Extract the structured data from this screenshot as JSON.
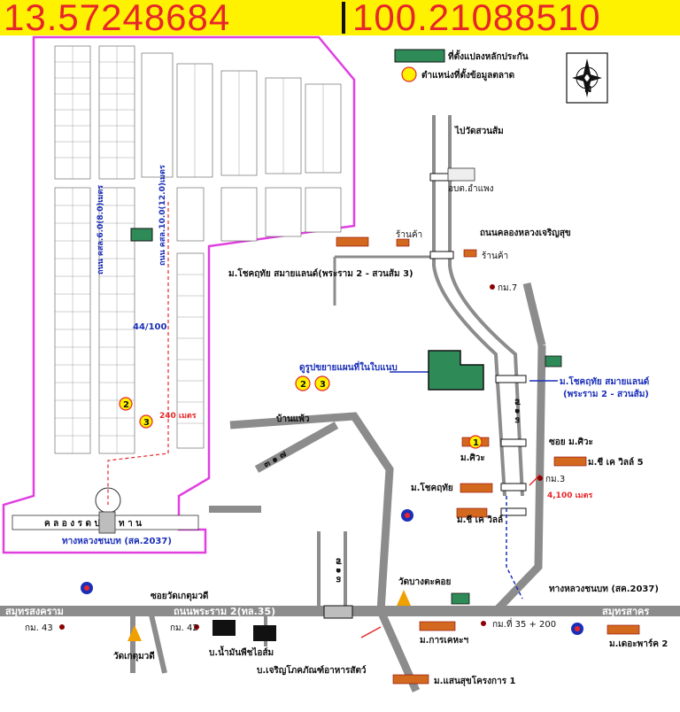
{
  "coordinates": {
    "latitude": "13.57248684",
    "longitude": "100.21088510"
  },
  "legend": {
    "plot_label": "ที่ตั้งแปลงหลักประกัน",
    "market_label": "ตำแหน่งที่ตั้งข้อมูลตลาด",
    "plot_color": "#2e8b57",
    "market_color": "#fff200"
  },
  "colors": {
    "subdivision_border": "#e040e0",
    "road": "#8c8c8c",
    "blue_route": "#1a2fb8",
    "red_route": "#e8262a"
  },
  "labels": {
    "to_wat_suan_som": "ไปวัดสวนส้ม",
    "obt_am_phaeng": "อบต.อำแพง",
    "shop1": "ร้านค้า",
    "shop2": "ร้านค้า",
    "khlong_luang_road": "ถนนคลองหลวงเจริญสุข",
    "km7": "กม.7",
    "village_sai_road": "ม.โชคฤทัย สมายแลนด์(พระราม 2 - สวนส้ม 3)",
    "plan_note": "ดูรูปขยายแผนที่ในใบแนบ",
    "village_smile_land": "ม.โชคฤทัย สมายแลนด์",
    "rama2_suan_som": "(พระราม 2 - สวนส้ม)",
    "ban_phaeo": "บ้านแพ้ว",
    "soi_m_sisawa": "ซอย ม.ศิวะ",
    "village_sisawa": "ม.ศิวะ",
    "village_cv5": "ม.ชี เค วิลล์ 5",
    "village_chokruethai": "ม.โชคฤทัย",
    "km3": "กม.3",
    "village_cv": "ม.ชี เค วิลล์",
    "distance_4100": "4,100 เมตร",
    "wat_bang_kachoi": "วัดบางตะคอย",
    "highway_2037": "ทางหลวงชนบท (สค.2037)",
    "samut_songkhram": "สมุทรสงคราม",
    "rama2_road": "ถนนพระราม 2(ทล.35)",
    "samut_sakhon": "สมุทรสาคร",
    "soi_wat_ket": "ซอยวัดเกตุมวดี",
    "km43": "กม. 43",
    "km42": "กม. 42",
    "km35": "กม.ที่ 35 + 200",
    "wat_ket": "วัดเกตุมวดี",
    "company1": "บ.น้ำมันพืชไอส์ม",
    "company2": "บ.เจริญโภคภัณฑ์อาหารสัตว์",
    "village_karnkeha": "ม.การเคหะฯ",
    "village_saensuk": "ม.แสนสุขโครงการ 1",
    "village_park2": "ม.เดอะพาร์ค 2",
    "plan_road_10": "ถนน คสล.10.0(12.0)เมตร",
    "plan_road_6": "ถนน คสล.6.0(8.0)เมตร",
    "plan_44": "44/100",
    "plan_240": "240 เมตร",
    "plan_khlong": "ค ล อ ง   ร ด ป ร ะ ท า น",
    "plan_highway": "ทางหลวงชนบท (สค.2037)",
    "marker_1": "1",
    "marker_2": "2",
    "marker_3": "3",
    "road_vertical_1": "๗ ๑ ๓",
    "road_vertical_2": "๗ ๑ ๓",
    "road_diag": "๓ ๑ ๗"
  }
}
